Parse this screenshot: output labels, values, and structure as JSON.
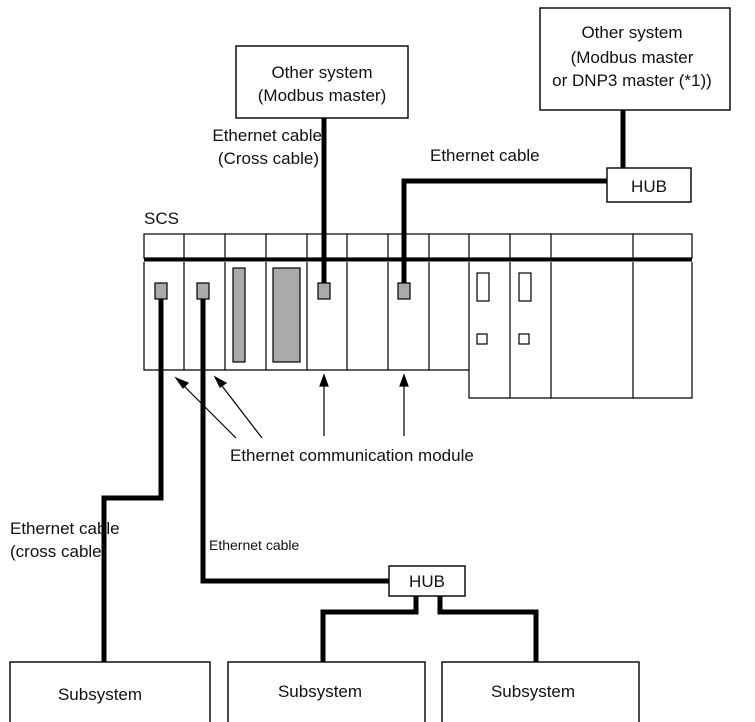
{
  "labels": {
    "other_system_1": [
      "Other system",
      "(Modbus master)"
    ],
    "other_system_2": [
      "Other system",
      "(Modbus master",
      "or DNP3 master (*1))"
    ],
    "hub_top": "HUB",
    "hub_bottom": "HUB",
    "scs": "SCS",
    "eth_cable_cross": [
      "Ethernet cable",
      "(Cross cable)"
    ],
    "eth_cable_top_right": "Ethernet cable",
    "eth_comm_module": "Ethernet communication module",
    "eth_cable_cross_lower": [
      "Ethernet cable",
      "(cross cable)"
    ],
    "eth_cable_lower": "Ethernet cable",
    "subsystems": [
      "Subsystem",
      "Subsystem",
      "Subsystem"
    ]
  }
}
